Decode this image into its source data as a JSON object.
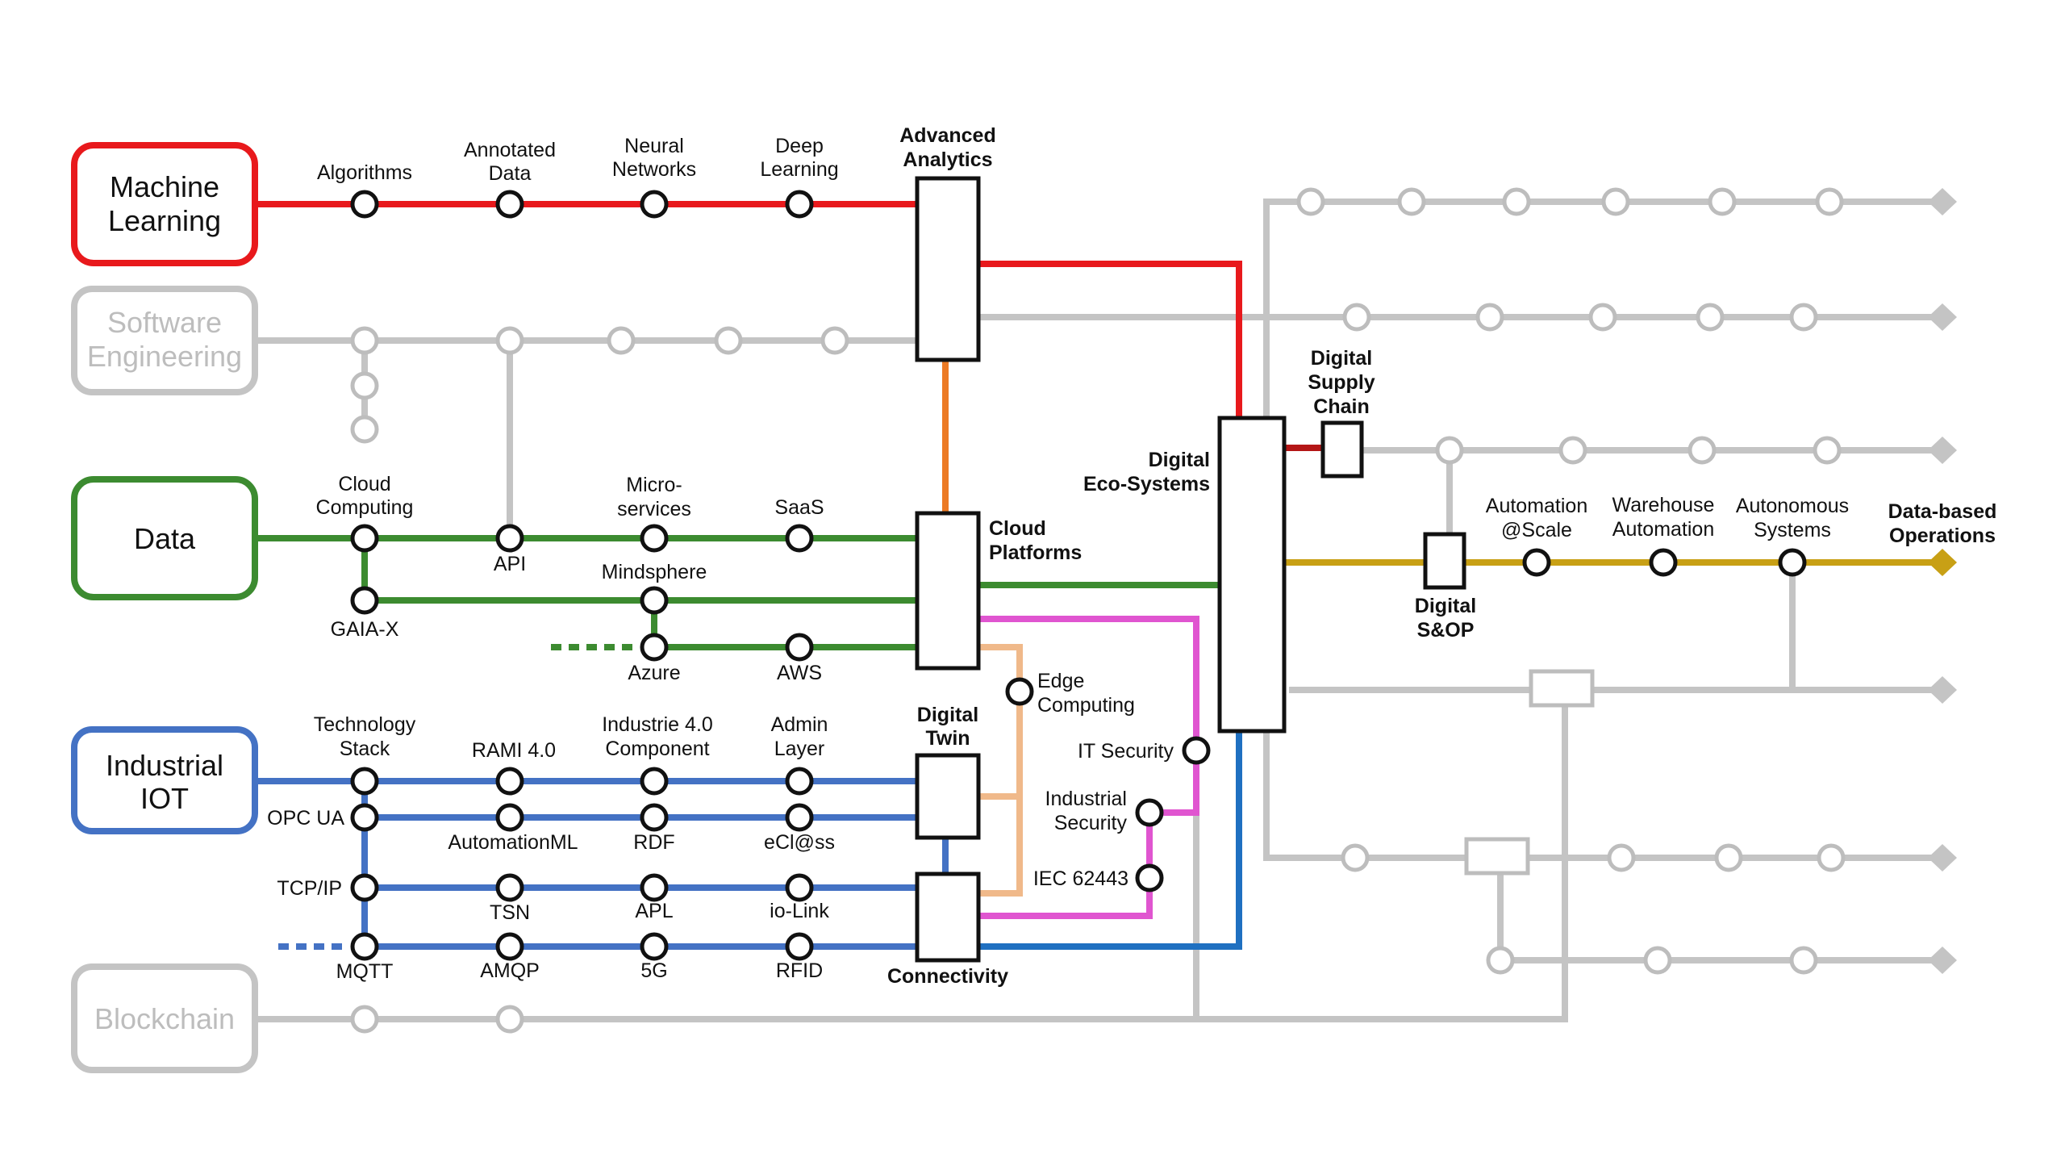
{
  "colors": {
    "ml": "#e8191c",
    "data": "#3c8b30",
    "iot": "#4472c4",
    "grey": "#c4c4c4",
    "orange": "#ec7a24",
    "pink": "#e055d0",
    "peach": "#f0b98a",
    "gold": "#c8a015",
    "darkred": "#b41616",
    "blue2": "#1f70c1"
  },
  "categories": {
    "machine_learning": [
      "Machine",
      "Learning"
    ],
    "software_engineering": [
      "Software",
      "Engineering"
    ],
    "data": "Data",
    "industrial_iot": [
      "Industrial",
      "IOT"
    ],
    "blockchain": "Blockchain"
  },
  "hubs": {
    "advanced_analytics": [
      "Advanced",
      "Analytics"
    ],
    "cloud_platforms": [
      "Cloud",
      "Platforms"
    ],
    "digital_twin": [
      "Digital",
      "Twin"
    ],
    "connectivity": "Connectivity",
    "digital_eco_systems": [
      "Digital",
      "Eco-Systems"
    ],
    "digital_supply_chain": [
      "Digital",
      "Supply",
      "Chain"
    ],
    "digital_sop": [
      "Digital",
      "S&OP"
    ],
    "data_based_operations": [
      "Data-based",
      "Operations"
    ]
  },
  "stations": {
    "algorithms": "Algorithms",
    "annotated_data": [
      "Annotated",
      "Data"
    ],
    "neural_networks": [
      "Neural",
      "Networks"
    ],
    "deep_learning": [
      "Deep",
      "Learning"
    ],
    "cloud_computing": [
      "Cloud",
      "Computing"
    ],
    "api": "API",
    "micro_services": [
      "Micro-",
      "services"
    ],
    "saas": "SaaS",
    "gaia_x": "GAIA-X",
    "mindsphere": "Mindsphere",
    "azure": "Azure",
    "aws": "AWS",
    "technology_stack": [
      "Technology",
      "Stack"
    ],
    "rami": "RAMI 4.0",
    "industrie_component": [
      "Industrie 4.0",
      "Component"
    ],
    "admin_layer": [
      "Admin",
      "Layer"
    ],
    "opc_ua": "OPC UA",
    "automationml": "AutomationML",
    "rdf": "RDF",
    "eclass": "eCl@ss",
    "tcp_ip": "TCP/IP",
    "tsn": "TSN",
    "apl": "APL",
    "io_link": "io-Link",
    "mqtt": "MQTT",
    "amqp": "AMQP",
    "five_g": "5G",
    "rfid": "RFID",
    "edge_computing": [
      "Edge",
      "Computing"
    ],
    "it_security": "IT Security",
    "industrial_security": [
      "Industrial",
      "Security"
    ],
    "iec": "IEC 62443",
    "automation_scale": [
      "Automation",
      "@Scale"
    ],
    "warehouse_automation": [
      "Warehouse",
      "Automation"
    ],
    "autonomous_systems": [
      "Autonomous",
      "Systems"
    ]
  }
}
